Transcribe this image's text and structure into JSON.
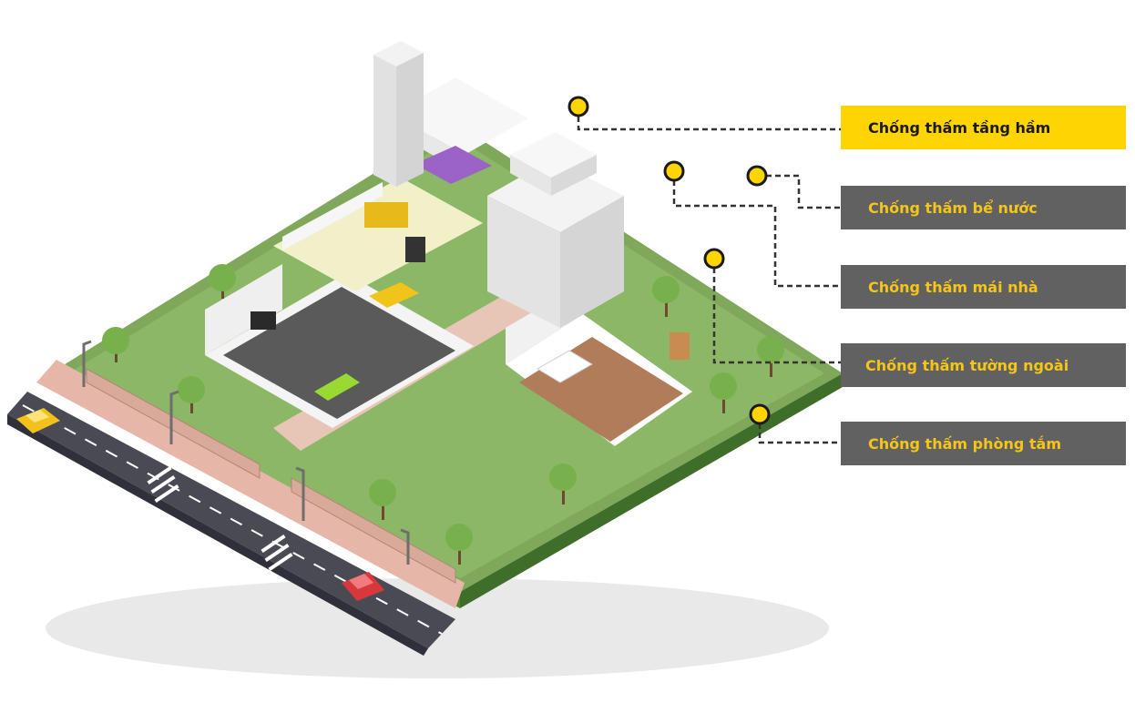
{
  "colors": {
    "accent": "#ffd400",
    "label_bg": "#616161",
    "label_text": "#f5c518",
    "active_text": "#1a1a1a",
    "lawn": "#7fa85a",
    "road": "#4a4a55"
  },
  "labels": [
    {
      "text": "Chống thấm tầng hầm",
      "active": true
    },
    {
      "text": "Chống thấm bể nước",
      "active": false
    },
    {
      "text": "Chống thấm mái nhà",
      "active": false
    },
    {
      "text": "Chống thấm tường ngoài",
      "active": false
    },
    {
      "text": "Chống thấm phòng tắm",
      "active": false
    }
  ],
  "icons": {
    "marker": "location-dot-icon",
    "car": "car-icon",
    "tree": "tree-icon",
    "lamp": "street-lamp-icon"
  }
}
